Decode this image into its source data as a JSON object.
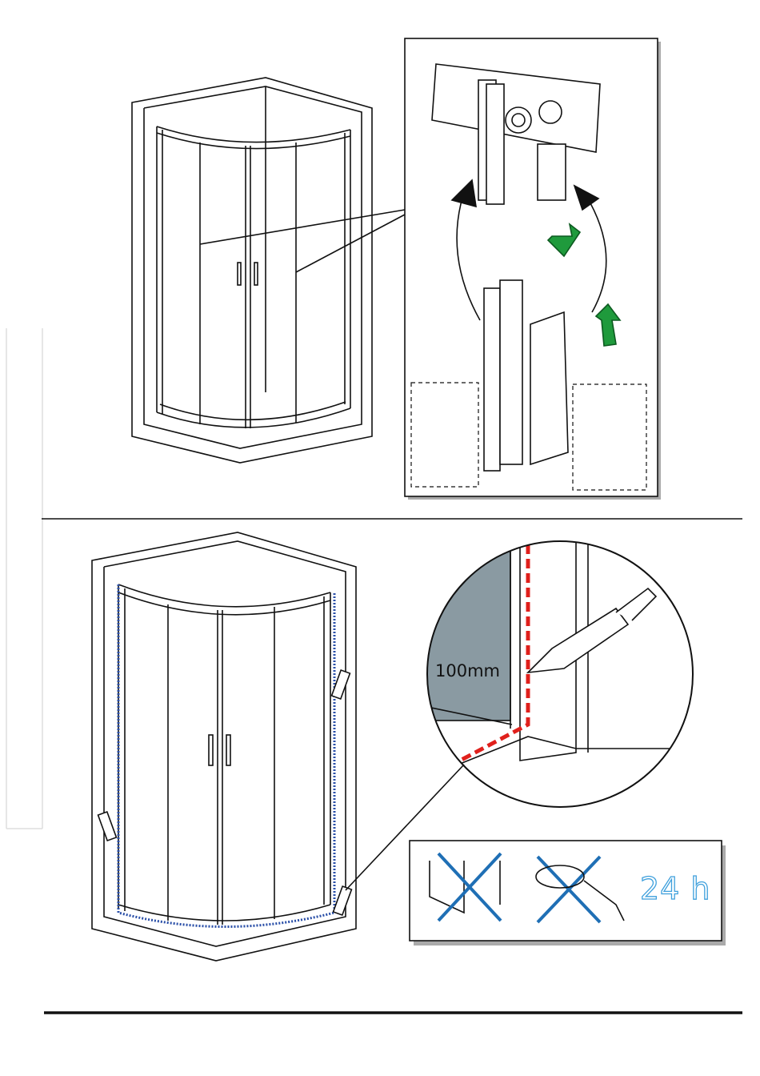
{
  "page": {
    "step1": {
      "description_figure": "shower-cabin-door-roller-installation"
    },
    "step2": {
      "sealant_label": "100mm",
      "wait_time_label": "24 h"
    },
    "colors": {
      "sealant": "#e0201c",
      "arrow": "#1f9a3c",
      "cross": "#1f6fb5",
      "wait_text": "#3fa0dc",
      "glass": "#8a9aa2",
      "sealant_dotted": "#2a4fa8"
    }
  }
}
